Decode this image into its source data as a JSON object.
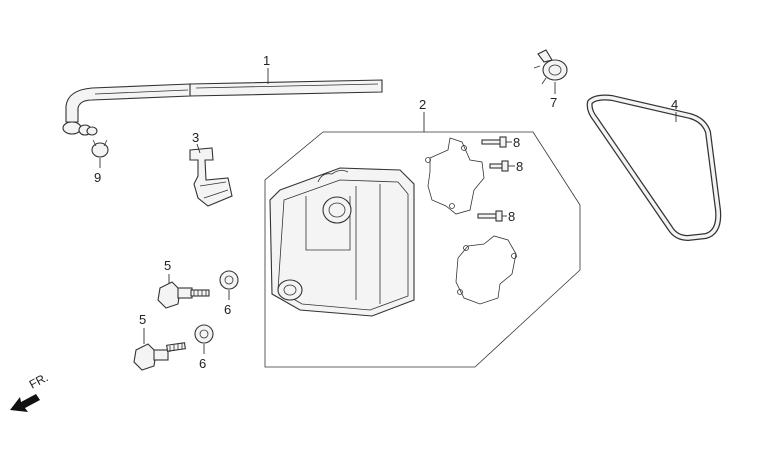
{
  "callouts": {
    "p1": "1",
    "p2": "2",
    "p3": "3",
    "p4": "4",
    "p5a": "5",
    "p5b": "5",
    "p6a": "6",
    "p6b": "6",
    "p7": "7",
    "p8a": "8",
    "p8b": "8",
    "p8c": "8",
    "p9": "9"
  },
  "direction_label": "FR."
}
